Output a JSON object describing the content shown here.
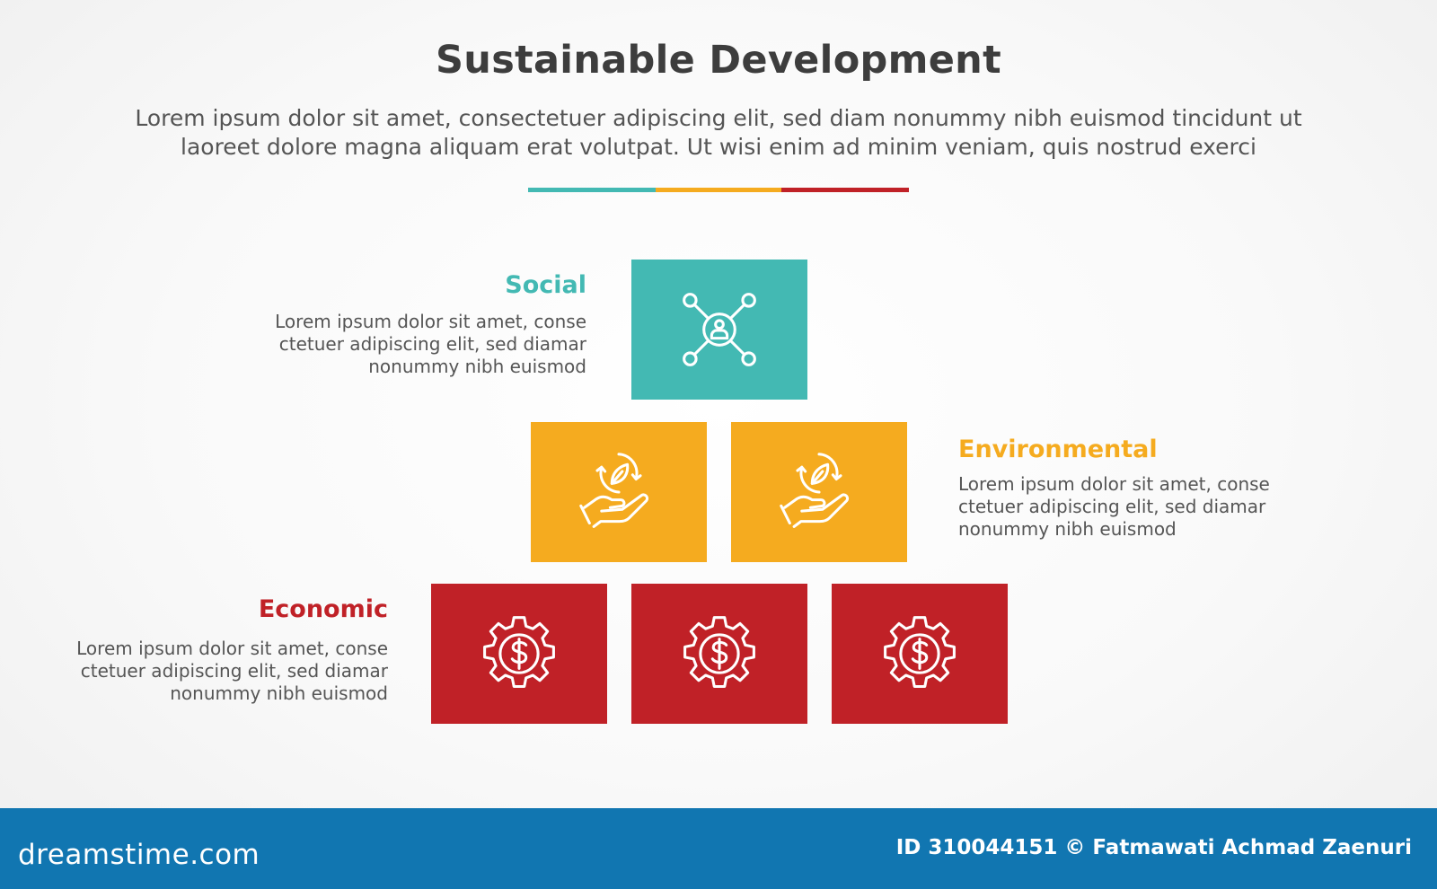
{
  "title": "Sustainable Development",
  "subtitle_line1": "Lorem ipsum dolor sit amet, consectetuer adipiscing elit, sed diam nonummy nibh euismod tincidunt ut",
  "subtitle_line2": "laoreet dolore magna aliquam erat volutpat. Ut wisi enim ad minim veniam, quis nostrud exerci",
  "colors": {
    "teal": "#43b9b3",
    "yellow": "#f5ab1f",
    "red": "#c02127",
    "footer": "#1176b1"
  },
  "levels": [
    {
      "label": "Social",
      "color": "#43b9b3",
      "icon": "network-user-icon",
      "blocks": 1,
      "desc_lines": [
        "Lorem ipsum dolor sit amet, conse",
        "ctetuer adipiscing elit, sed diamar",
        "nonummy nibh euismod"
      ]
    },
    {
      "label": "Environmental",
      "color": "#f5ab1f",
      "icon": "hand-leaf-cycle-icon",
      "blocks": 2,
      "desc_lines": [
        "Lorem ipsum dolor sit amet, conse",
        "ctetuer adipiscing elit, sed diamar",
        "nonummy nibh euismod"
      ]
    },
    {
      "label": "Economic",
      "color": "#c02127",
      "icon": "gear-dollar-icon",
      "blocks": 3,
      "desc_lines": [
        "Lorem ipsum dolor sit amet, conse",
        "ctetuer adipiscing elit, sed diamar",
        "nonummy nibh euismod"
      ]
    }
  ],
  "footer": {
    "brand": "dreamstime.com",
    "credit": "ID 310044151 © Fatmawati  Achmad Zaenuri"
  }
}
